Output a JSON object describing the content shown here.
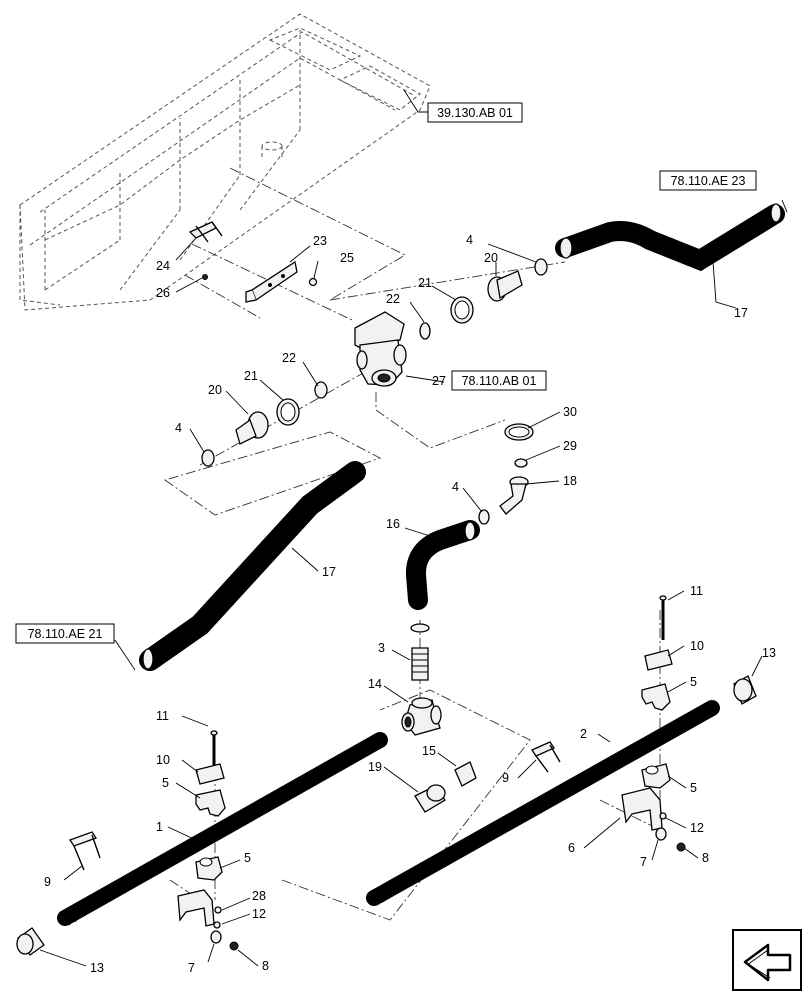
{
  "references": {
    "boom": "39.130.AB 01",
    "hose_right": "78.110.AE 23",
    "valve": "78.110.AB 01",
    "hose_left": "78.110.AE 21"
  },
  "callouts": {
    "c1": "1",
    "c2": "2",
    "c3": "3",
    "c4a": "4",
    "c4b": "4",
    "c4c": "4",
    "c5a": "5",
    "c5b": "5",
    "c5c": "5",
    "c5d": "5",
    "c6": "6",
    "c7a": "7",
    "c7b": "7",
    "c8a": "8",
    "c8b": "8",
    "c9a": "9",
    "c9b": "9",
    "c10a": "10",
    "c10b": "10",
    "c11a": "11",
    "c11b": "11",
    "c12a": "12",
    "c12b": "12",
    "c13a": "13",
    "c13b": "13",
    "c14": "14",
    "c15": "15",
    "c16": "16",
    "c17a": "17",
    "c17b": "17",
    "c18": "18",
    "c19": "19",
    "c20a": "20",
    "c20b": "20",
    "c21a": "21",
    "c21b": "21",
    "c22a": "22",
    "c22b": "22",
    "c23": "23",
    "c24": "24",
    "c25": "25",
    "c26": "26",
    "c27": "27",
    "c28": "28",
    "c29": "29",
    "c30": "30"
  },
  "icons": {
    "nav": "next-page-arrow-icon"
  }
}
